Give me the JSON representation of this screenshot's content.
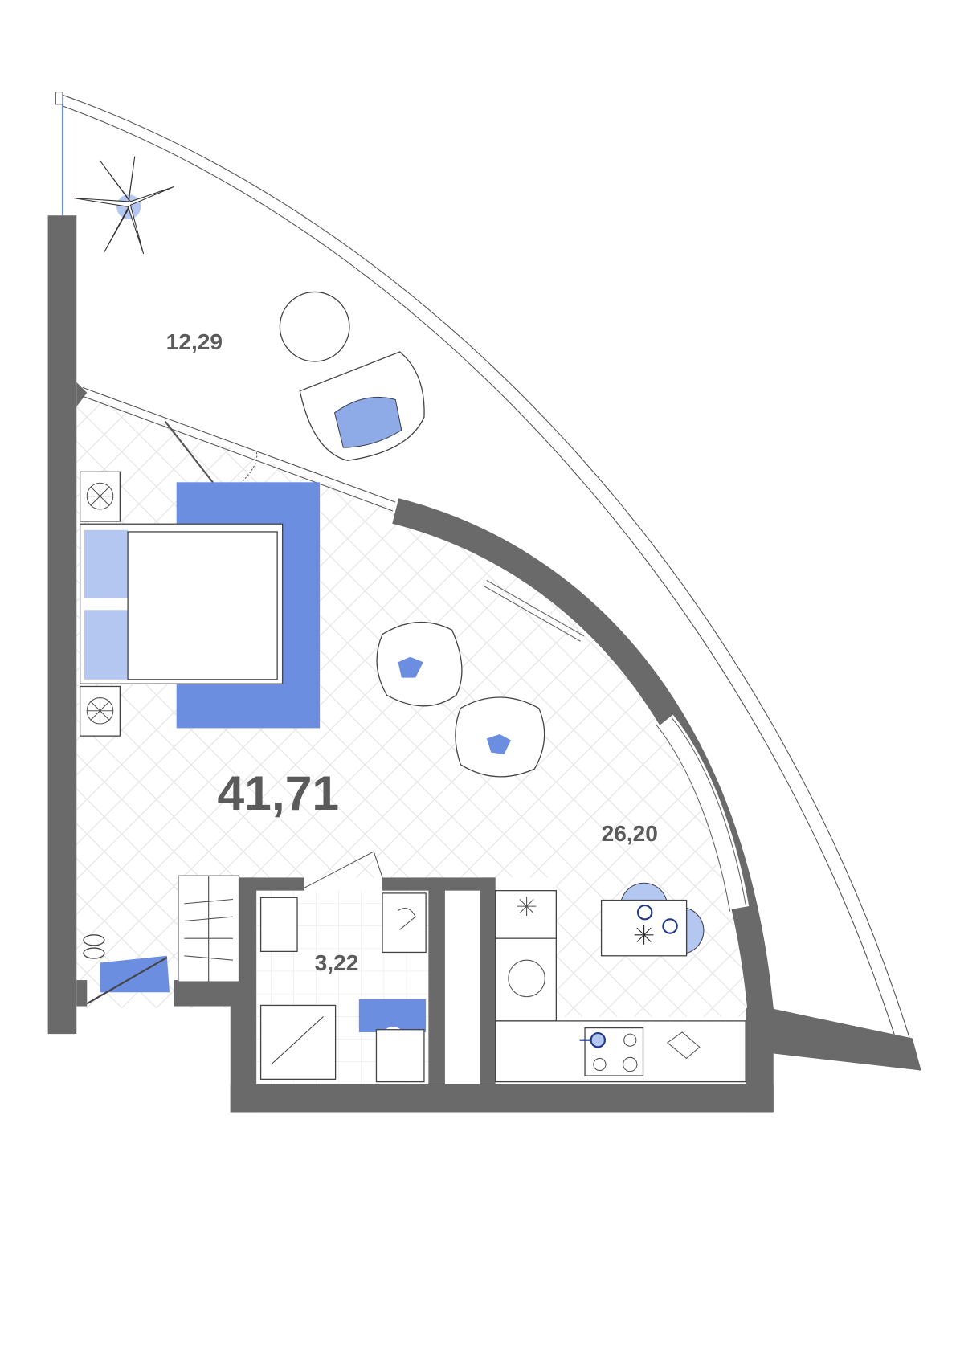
{
  "rooms": {
    "balcony": {
      "area": "12,29"
    },
    "apartment_total": {
      "area": "41,71"
    },
    "living": {
      "area": "26,20"
    },
    "bathroom": {
      "area": "3,22"
    }
  },
  "colors": {
    "wall": "#6a6a6a",
    "accent": "#6b8ee0",
    "accent_light": "#b4c7f0",
    "label": "#5a5a5a"
  }
}
